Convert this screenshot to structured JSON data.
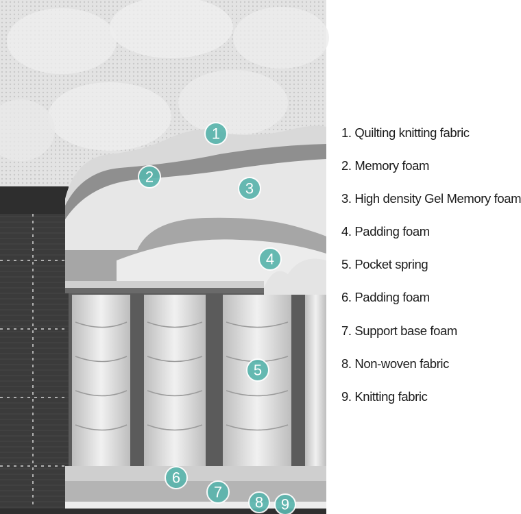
{
  "legend": {
    "items": [
      {
        "num": "1",
        "label": "1. Quilting knitting fabric"
      },
      {
        "num": "2",
        "label": "2. Memory foam"
      },
      {
        "num": "3",
        "label": "3. High density Gel Memory foam"
      },
      {
        "num": "4",
        "label": "4. Padding foam"
      },
      {
        "num": "5",
        "label": "5. Pocket spring"
      },
      {
        "num": "6",
        "label": "6. Padding foam"
      },
      {
        "num": "7",
        "label": "7. Support base foam"
      },
      {
        "num": "8",
        "label": "8. Non-woven fabric"
      },
      {
        "num": "9",
        "label": "9. Knitting fabric"
      }
    ]
  },
  "colors": {
    "badge": "#5ab5ad",
    "quilt_top": "#e6e6e6",
    "side_panel": "#3a3a3a",
    "foam_light": "#e8e8e8",
    "foam_dark": "#9a9a9a"
  }
}
